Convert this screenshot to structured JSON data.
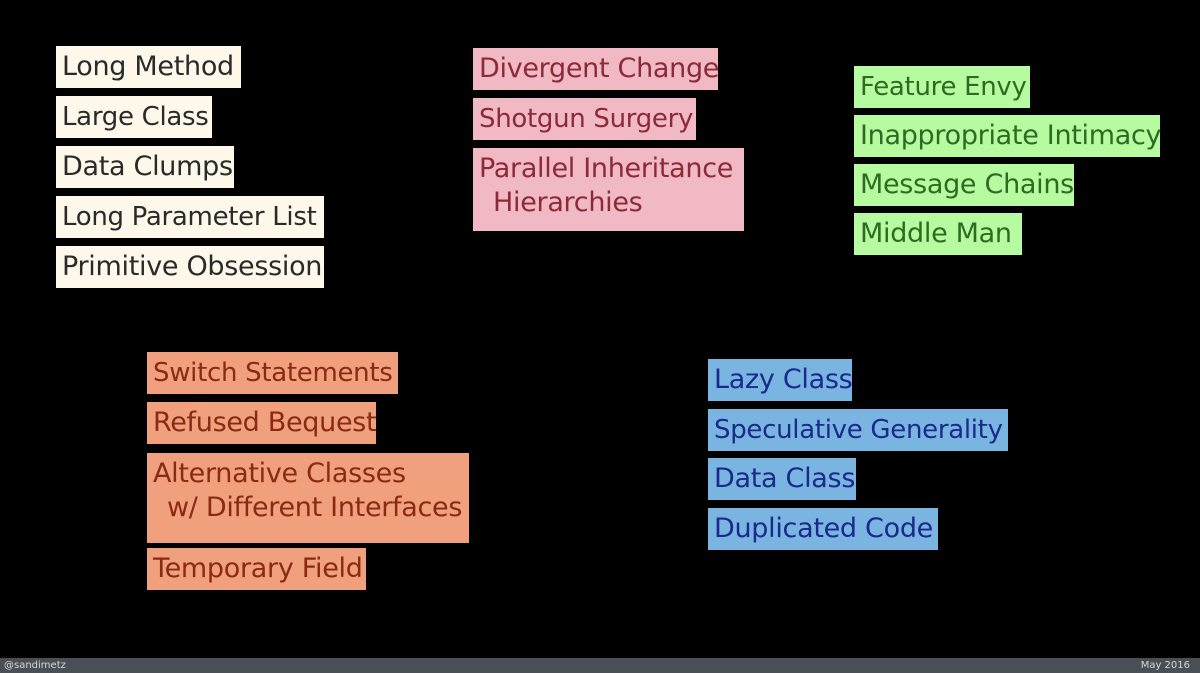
{
  "groups": {
    "bloaters": {
      "color": "#fdf8ea",
      "items": [
        "Long Method",
        "Large Class",
        "Data Clumps",
        "Long Parameter List",
        "Primitive Obsession"
      ]
    },
    "change_preventers": {
      "color": "#f0b9c3",
      "items": [
        "Divergent Change",
        "Shotgun Surgery"
      ],
      "parallel": [
        "Parallel Inheritance",
        "Hierarchies"
      ]
    },
    "couplers": {
      "color": "#b6fba0",
      "items": [
        "Feature Envy",
        "Inappropriate Intimacy",
        "Message Chains",
        "Middle Man"
      ]
    },
    "oo_abusers": {
      "color": "#f0a07c",
      "items": [
        "Switch Statements",
        "Refused Bequest"
      ],
      "alternative": [
        "Alternative Classes",
        "w/ Different Interfaces"
      ],
      "last": "Temporary Field"
    },
    "dispensables": {
      "color": "#7ab5e2",
      "items": [
        "Lazy Class",
        "Speculative Generality",
        "Data Class",
        "Duplicated Code"
      ]
    }
  },
  "footer": {
    "left": "@sandimetz",
    "right": "May 2016"
  }
}
